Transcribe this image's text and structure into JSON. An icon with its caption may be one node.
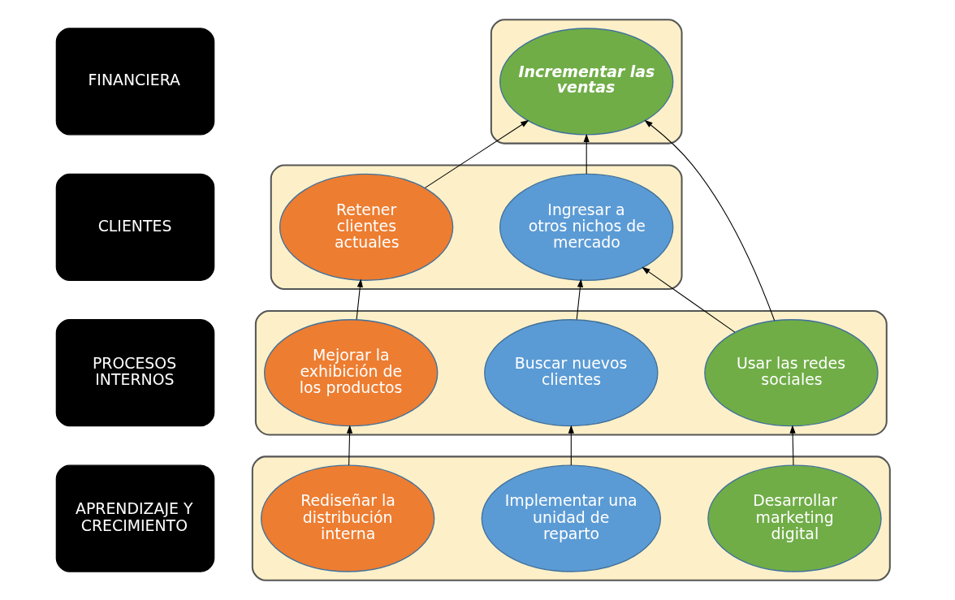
{
  "diagram": {
    "nodes": [
      {
        "text": [
          "FINANCIERA"
        ]
      },
      {
        "text": [],
        "shape": "box"
      },
      {
        "text": [
          "Incrementar las ventas"
        ],
        "in": 1
      },
      {
        "text": [
          "CLIENTES"
        ]
      },
      {
        "text": [],
        "shape": "box"
      },
      {
        "text": [
          "Ingresar a otros nichos de mercado"
        ],
        "in": 4
      },
      {
        "text": [
          "Retener clientes actuales"
        ],
        "in": 4
      },
      {
        "text": [
          "PROCESOS INTERNOS"
        ]
      },
      {
        "text": [],
        "shape": "box"
      },
      {
        "text": [
          "Buscar nuevos clientes"
        ],
        "in": 8
      },
      {
        "text": [
          "Mejorar la exhibición de los productos"
        ],
        "in": 8
      },
      {
        "text": [
          "Usar las redes sociales"
        ],
        "in": 8
      },
      {
        "text": [
          "APRENDIZAJE Y CRECIMIENTO"
        ]
      },
      {
        "text": [],
        "shape": "box"
      },
      {
        "text": [
          "Implementar una unidad de reparto"
        ],
        "in": 13
      },
      {
        "text": [
          "Rediseñar la distribución interna"
        ],
        "in": 13
      },
      {
        "text": [
          "Desarrollar marketing digital"
        ],
        "in": 13
      }
    ],
    "edges": [
      {
        "from": 5,
        "to": 2,
        "arrow": "to"
      },
      {
        "from": 6,
        "to": 2,
        "arrow": "to"
      },
      {
        "from": 11,
        "to": 2,
        "arrow": "to"
      },
      {
        "from": 9,
        "to": 5,
        "arrow": "to"
      },
      {
        "from": 11,
        "to": 5,
        "arrow": "to"
      },
      {
        "from": 10,
        "to": 6,
        "arrow": "to"
      },
      {
        "from": 14,
        "to": 9,
        "arrow": "to"
      },
      {
        "from": 15,
        "to": 10,
        "arrow": "to"
      },
      {
        "from": 16,
        "to": 11,
        "arrow": "to"
      }
    ]
  }
}
